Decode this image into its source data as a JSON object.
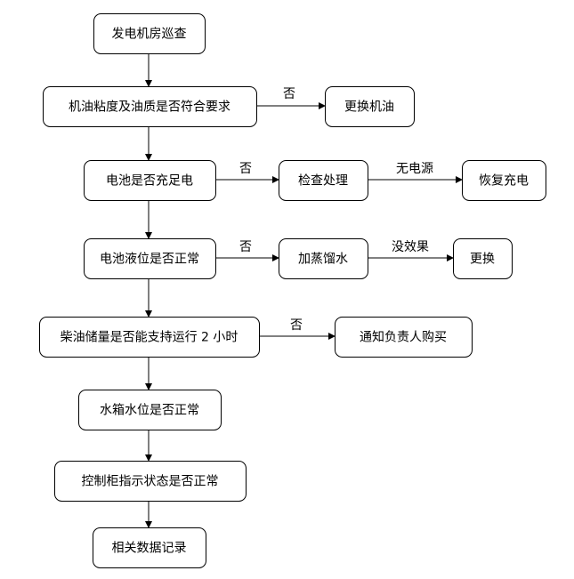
{
  "flowchart": {
    "nodes": [
      {
        "id": "n1",
        "label": "发电机房巡查"
      },
      {
        "id": "n2",
        "label": "机油粘度及油质是否符合要求"
      },
      {
        "id": "n3",
        "label": "更换机油"
      },
      {
        "id": "n4",
        "label": "电池是否充足电"
      },
      {
        "id": "n5",
        "label": "检查处理"
      },
      {
        "id": "n6",
        "label": "恢复充电"
      },
      {
        "id": "n7",
        "label": "电池液位是否正常"
      },
      {
        "id": "n8",
        "label": "加蒸馏水"
      },
      {
        "id": "n9",
        "label": "更换"
      },
      {
        "id": "n10",
        "label": "柴油储量是否能支持运行 2 小时"
      },
      {
        "id": "n11",
        "label": "通知负责人购买"
      },
      {
        "id": "n12",
        "label": "水箱水位是否正常"
      },
      {
        "id": "n13",
        "label": "控制柜指示状态是否正常"
      },
      {
        "id": "n14",
        "label": "相关数据记录"
      }
    ],
    "edges": [
      {
        "from": "n1",
        "to": "n2",
        "label": ""
      },
      {
        "from": "n2",
        "to": "n3",
        "label": "否"
      },
      {
        "from": "n2",
        "to": "n4",
        "label": ""
      },
      {
        "from": "n4",
        "to": "n5",
        "label": "否"
      },
      {
        "from": "n5",
        "to": "n6",
        "label": "无电源"
      },
      {
        "from": "n4",
        "to": "n7",
        "label": ""
      },
      {
        "from": "n7",
        "to": "n8",
        "label": "否"
      },
      {
        "from": "n8",
        "to": "n9",
        "label": "没效果"
      },
      {
        "from": "n7",
        "to": "n10",
        "label": ""
      },
      {
        "from": "n10",
        "to": "n11",
        "label": "否"
      },
      {
        "from": "n10",
        "to": "n12",
        "label": ""
      },
      {
        "from": "n12",
        "to": "n13",
        "label": ""
      },
      {
        "from": "n13",
        "to": "n14",
        "label": ""
      }
    ]
  }
}
